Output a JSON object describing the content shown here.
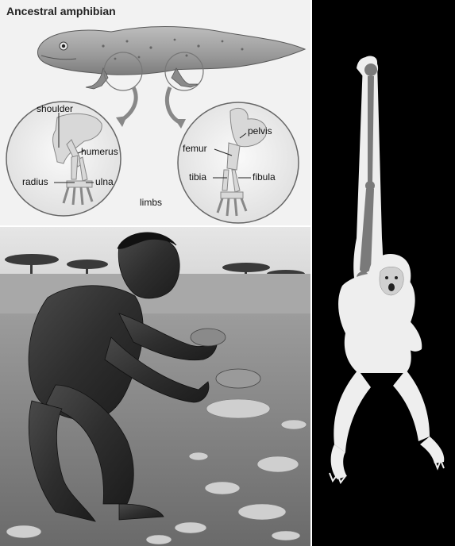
{
  "amphibian": {
    "title": "Ancestral amphibian",
    "forelimb_labels": {
      "shoulder": "shoulder",
      "humerus": "humerus",
      "radius": "radius",
      "ulna": "ulna"
    },
    "hindlimb_labels": {
      "pelvis": "pelvis",
      "femur": "femur",
      "tibia": "tibia",
      "fibula": "fibula"
    },
    "caption": "limbs"
  },
  "colors": {
    "amphibian_bg": "#f2f2f2",
    "gibbon_bg": "#000000",
    "gibbon_fur": "#eeeeee",
    "gibbon_bone": "#7a7a7a"
  }
}
